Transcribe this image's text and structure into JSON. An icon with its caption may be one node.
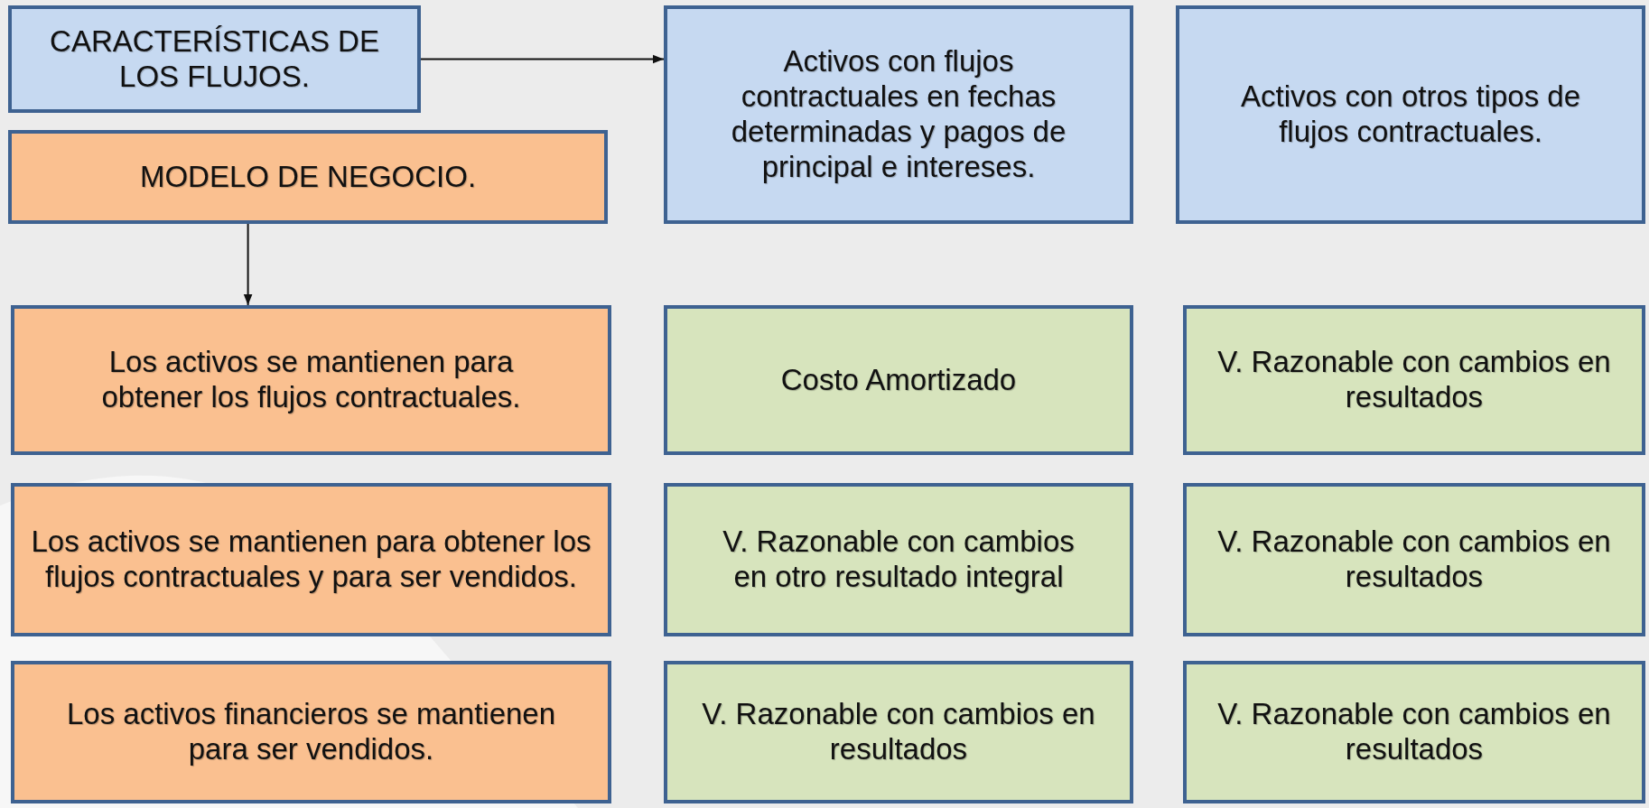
{
  "diagram": {
    "nodes": [
      {
        "text": [
          "CARACTERÍSTICAS DE LOS FLUJOS."
        ]
      },
      {
        "text": [
          "MODELO DE NEGOCIO."
        ]
      },
      {
        "text": [
          "Activos con flujos contractuales en fechas determinadas y pagos de principal e intereses."
        ]
      },
      {
        "text": [
          "Activos con otros tipos de flujos contractuales."
        ]
      },
      {
        "text": [
          "Los activos se mantienen para obtener los flujos contractuales."
        ]
      },
      {
        "text": [
          "Costo Amortizado"
        ]
      },
      {
        "text": [
          "V. Razonable con cambios en resultados"
        ]
      },
      {
        "text": [
          "Los activos se mantienen para obtener los flujos contractuales y para ser vendidos."
        ]
      },
      {
        "text": [
          "V. Razonable con cambios en otro resultado integral"
        ]
      },
      {
        "text": [
          "V. Razonable con cambios en resultados"
        ]
      },
      {
        "text": [
          "Los activos financieros se mantienen para ser vendidos."
        ]
      },
      {
        "text": [
          "V. Razonable con cambios en resultados"
        ]
      },
      {
        "text": [
          "V. Razonable con cambios en resultados"
        ]
      }
    ],
    "edges": [
      {
        "from": 0,
        "to": 2,
        "arrow": "to"
      },
      {
        "from": 1,
        "to": 4,
        "arrow": "to"
      }
    ]
  }
}
